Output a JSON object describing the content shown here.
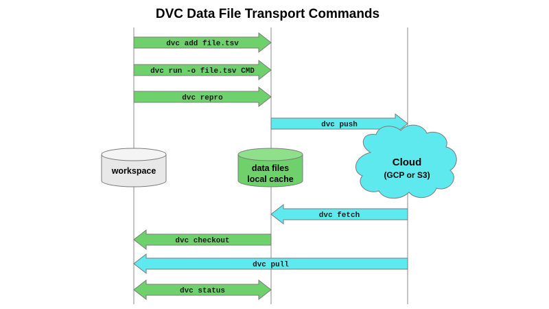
{
  "title": "DVC Data File Transport Commands",
  "colors": {
    "green": "#6ed16c",
    "cyan": "#5ee9ee",
    "stroke": "#7a7a7a"
  },
  "nodes": {
    "workspace": {
      "label": "workspace"
    },
    "cache": {
      "line1": "data files",
      "line2": "local cache"
    },
    "cloud": {
      "title": "Cloud",
      "subtitle": "(GCP or S3)"
    }
  },
  "commands": [
    {
      "label": "dvc add file.tsv",
      "from": "workspace",
      "to": "cache",
      "color": "green",
      "double": false
    },
    {
      "label": "dvc run -o file.tsv CMD",
      "from": "workspace",
      "to": "cache",
      "color": "green",
      "double": false
    },
    {
      "label": "dvc repro",
      "from": "workspace",
      "to": "cache",
      "color": "green",
      "double": false
    },
    {
      "label": "dvc push",
      "from": "cache",
      "to": "cloud",
      "color": "cyan",
      "double": false
    },
    {
      "label": "dvc fetch",
      "from": "cloud",
      "to": "cache",
      "color": "cyan",
      "double": false
    },
    {
      "label": "dvc checkout",
      "from": "cache",
      "to": "workspace",
      "color": "green",
      "double": false
    },
    {
      "label": "dvc pull",
      "from": "cloud",
      "to": "workspace",
      "color": "cyan",
      "double": false
    },
    {
      "label": "dvc status",
      "from": "workspace",
      "to": "cache",
      "color": "green",
      "double": true
    }
  ]
}
